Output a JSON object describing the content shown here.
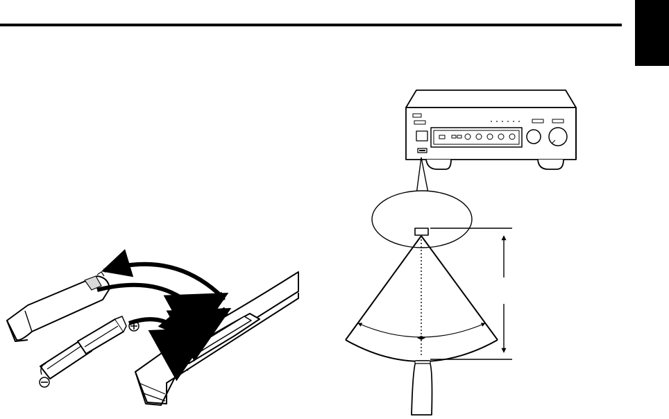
{
  "page": {
    "title": "",
    "language_tab": ""
  },
  "illustrations": {
    "left": "battery-installation-diagram",
    "right": "remote-control-operation-range-diagram"
  },
  "symbols": {
    "plus": "plus-symbol",
    "minus": "minus-symbol"
  },
  "colors": {
    "ink": "#000000",
    "paper": "#ffffff",
    "shade": "#d9d9d9"
  }
}
